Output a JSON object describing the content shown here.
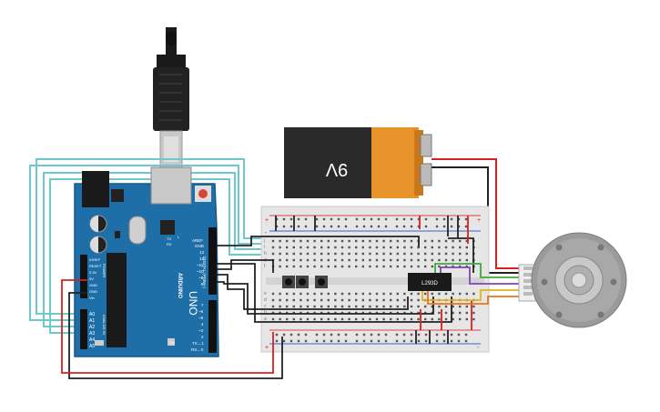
{
  "arduino": {
    "brand": "ARDUINO",
    "model": "UNO",
    "header_top_labels": [
      "AREF",
      "GND",
      "13",
      "12",
      "~11",
      "~10",
      "~9",
      "8"
    ],
    "header_bottom_labels": [
      "7",
      "~6",
      "~5",
      "4",
      "~3",
      "2",
      "TX→1",
      "RX←0"
    ],
    "digital_label": "DIGITAL (PWM~)",
    "power_labels": [
      "IOREF",
      "RESET",
      "3.3V",
      "5V",
      "GND",
      "GND",
      "Vin"
    ],
    "power_section_label": "POWER",
    "analog_labels": [
      "A0",
      "A1",
      "A2",
      "A3",
      "A4",
      "A5"
    ],
    "analog_section_label": "ANALOG IN",
    "led_labels": [
      "TX",
      "RX"
    ],
    "l_label": "L",
    "on_label": "ON"
  },
  "battery": {
    "label": "9V"
  },
  "breadboard": {
    "row_letters_top": [
      "j",
      "i",
      "h",
      "g",
      "f"
    ],
    "row_letters_bottom": [
      "e",
      "d",
      "c",
      "b",
      "a"
    ],
    "rail_plus": "+",
    "rail_minus": "-",
    "chip_label": "L293D",
    "buttons": [
      "button-1",
      "button-2",
      "button-3"
    ]
  },
  "colors": {
    "arduino_blue": "#1e6fa8",
    "battery_orange": "#e8922a",
    "wire_red": "#d62020",
    "wire_black": "#222222",
    "wire_teal": "#6ec9cf",
    "wire_green": "#3cab3c",
    "wire_purple": "#8a3fb6",
    "wire_yellow": "#e3b21b",
    "wire_orange": "#e8731b"
  }
}
